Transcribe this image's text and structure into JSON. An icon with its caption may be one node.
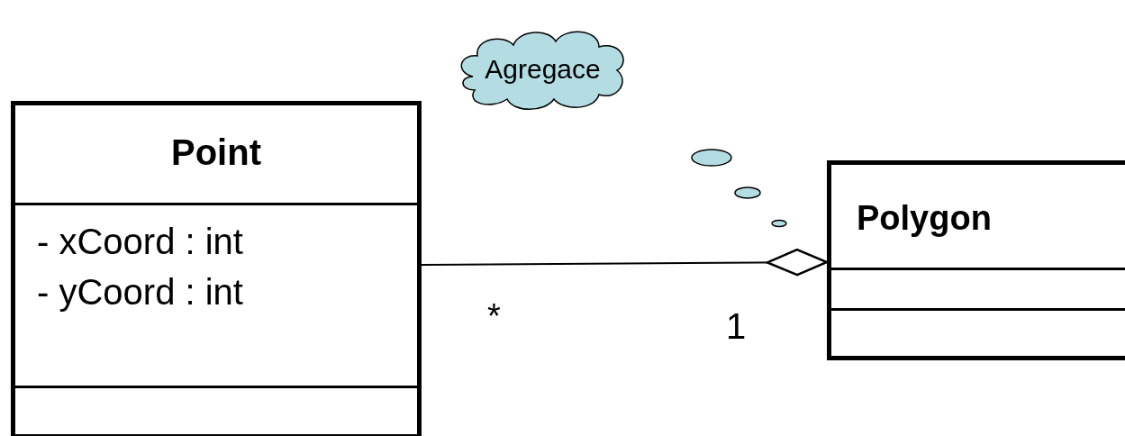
{
  "diagram": {
    "nodes": [
      {
        "text": [
          "Point",
          "- xCoord : int",
          "- yCoord : int"
        ]
      },
      {
        "text": [
          "Polygon"
        ]
      },
      {
        "text": [
          "Agregace"
        ]
      }
    ],
    "edges": [
      {
        "from": 0,
        "to": 1,
        "arrow": "other"
      }
    ],
    "labels": [
      "*",
      "1"
    ]
  }
}
